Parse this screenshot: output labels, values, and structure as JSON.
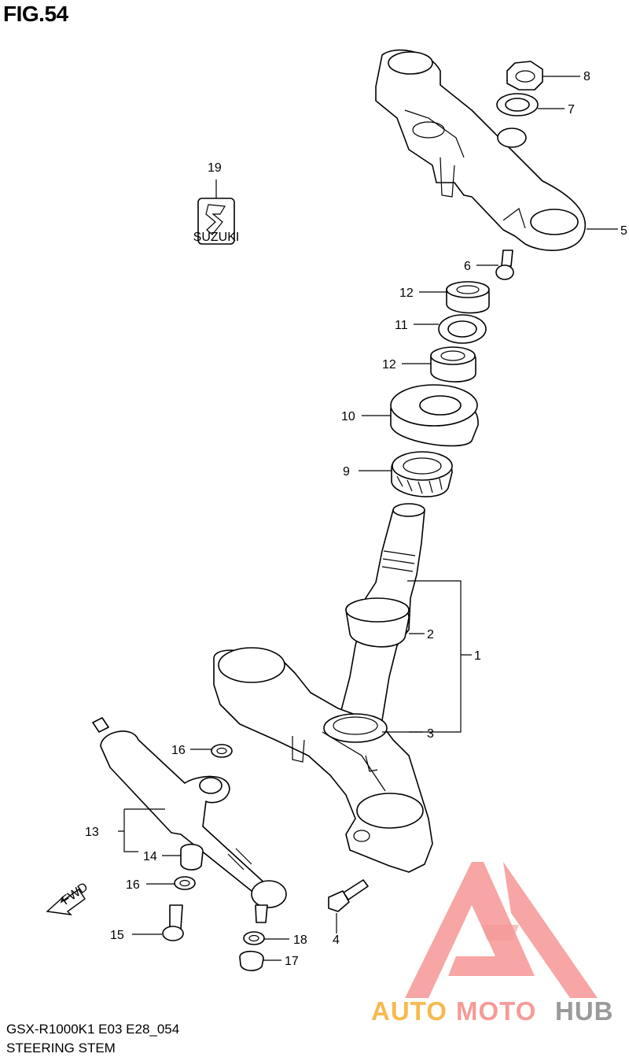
{
  "figure": {
    "title": "FIG.54",
    "model_code": "GSX-R1000K1 E03 E28_054",
    "section_name": "STEERING STEM"
  },
  "callouts": [
    "1",
    "2",
    "3",
    "4",
    "5",
    "6",
    "7",
    "8",
    "9",
    "10",
    "11",
    "12",
    "12",
    "13",
    "14",
    "15",
    "16",
    "16",
    "17",
    "18",
    "19"
  ],
  "emblem": {
    "label": "SUZUKI"
  },
  "fwd_indicator": {
    "label": "FWD"
  },
  "watermark": {
    "word_part1": "AUTO",
    "word_part2": "MOTO",
    "word_part3": "HUB",
    "colors": {
      "part1": "#f7b94f",
      "part2": "#f59b98",
      "part3": "#9a9a9a",
      "logo": "#f48a8a"
    }
  }
}
